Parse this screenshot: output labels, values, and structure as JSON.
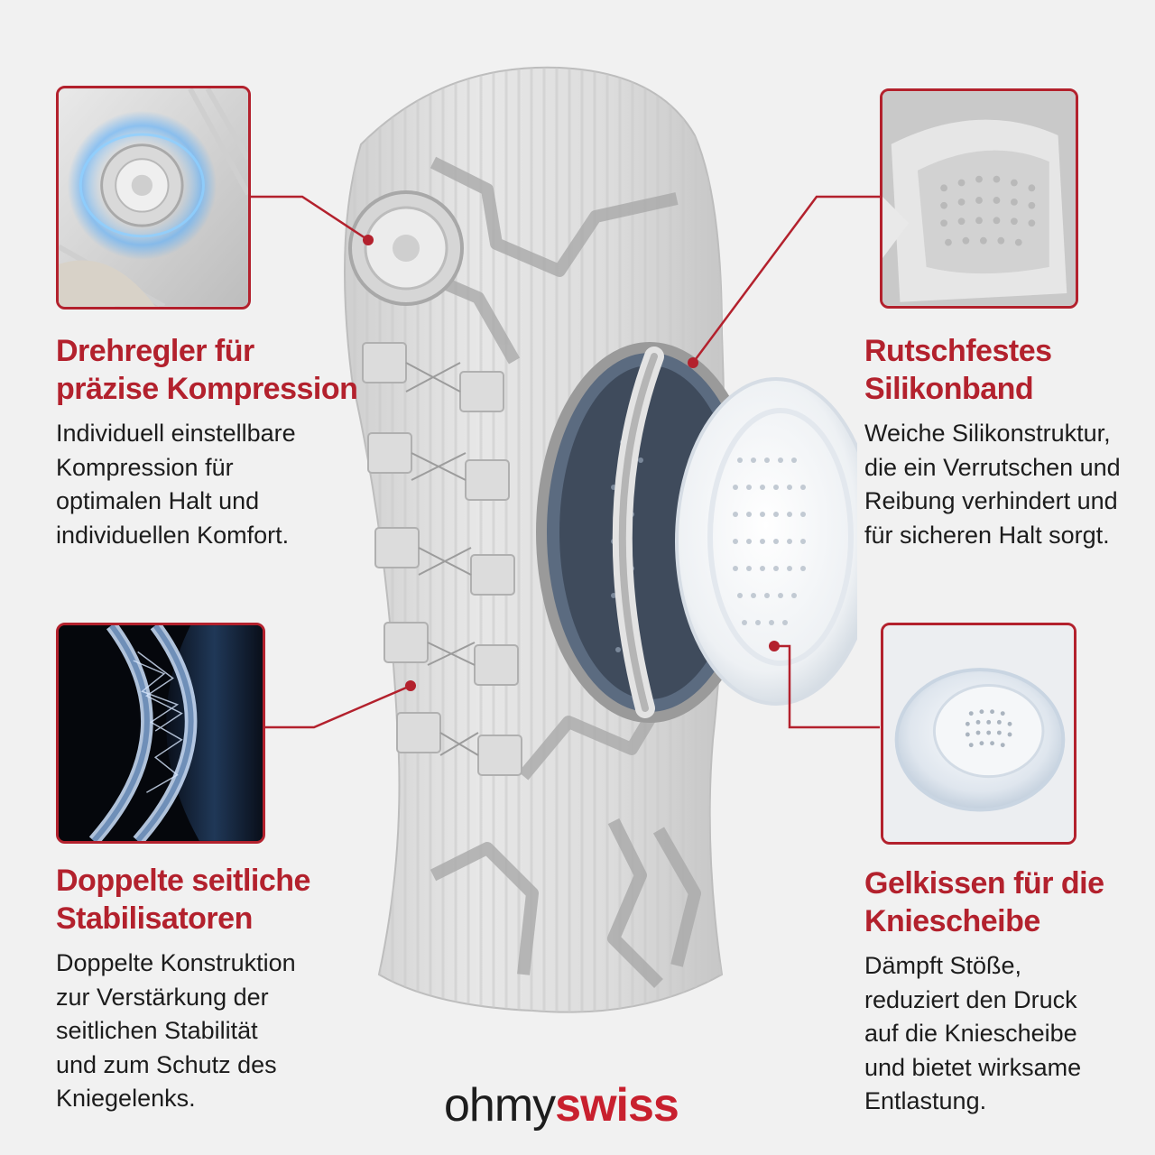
{
  "features": {
    "dial": {
      "title": "Drehregler für\npräzise Kompression",
      "text": "Individuell einstellbare\nKompression für\noptimalen Halt und\nindividuellen Komfort."
    },
    "silicone": {
      "title": "Rutschfestes\nSilikonband",
      "text": "Weiche Silikonstruktur,\ndie ein Verrutschen und\nReibung verhindert und\nfür sicheren Halt sorgt."
    },
    "stabilizers": {
      "title": "Doppelte seitliche\nStabilisatoren",
      "text": "Doppelte Konstruktion\nzur Verstärkung der\nseitlichen Stabilität\nund zum Schutz des\nKniegelenks."
    },
    "gel": {
      "title": "Gelkissen für die\nKniescheibe",
      "text": "Dämpft Stöße,\nreduziert den Druck\nauf die Kniescheibe\nund bietet wirksame\nEntlastung."
    }
  },
  "brand": {
    "part1": "ohmy",
    "part2": "swiss"
  },
  "colors": {
    "accent": "#b3212d",
    "background": "#f1f1f1"
  }
}
